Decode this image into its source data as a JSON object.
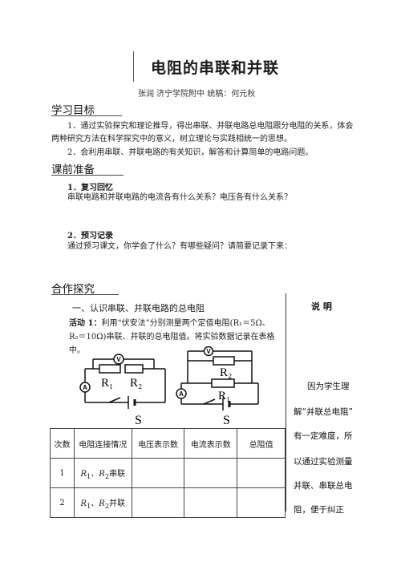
{
  "doc": {
    "title": "电阻的串联和并联",
    "author": "张润  济宁学院附中    统稿：何元秋"
  },
  "goals": {
    "heading": "学习目标",
    "item1": "1．通过实验探究和理论推导，得出串联、并联电路总电阻跟分电阻的关系，体会两种研究方法在科学探究中的意义，树立理论与实践相统一的思想。",
    "item2": "2．会利用串联、并联电路的有关知识，解答和计算简单的电路问题。"
  },
  "prep": {
    "heading": "课前准备",
    "review_title": "1．复习回忆",
    "review_text": "串联电路和并联电路的电流各有什么关系？电压各有什么关系？",
    "record_title": "2．预习记录",
    "record_text": "通过预习课文，你学会了什么？有哪些疑问？请简要记录下来："
  },
  "coop": {
    "heading": "合作探究",
    "sub1": "一、认识串联、并联电路的总电阻",
    "activity_label": "活动 1：",
    "activity_text": "利用“伏安法”分别测量两个定值电阻(R₁＝5Ω、R₂＝10Ω)串联、并联的总电阻值。将实验数据记录在表格中。"
  },
  "circuits": {
    "series": {
      "voltmeter": "V",
      "ammeter": "A",
      "r1": "R₁",
      "r2": "R₂",
      "switch": "S"
    },
    "parallel": {
      "voltmeter": "V",
      "ammeter": "A",
      "r1": "R₁",
      "r2": "R₂",
      "switch": "S"
    }
  },
  "table": {
    "headers": [
      "次数",
      "电阻连接情况",
      "电压表示数",
      "电流表示数",
      "总阻值"
    ],
    "rows": [
      {
        "n": "1",
        "r1": "R",
        "r1s": "1",
        "sep": "、",
        "r2": "R",
        "r2s": "2",
        "mode": "串联"
      },
      {
        "n": "2",
        "r1": "R",
        "r1s": "1",
        "sep": "、",
        "r2": "R",
        "r2s": "2",
        "mode": "并联"
      }
    ]
  },
  "sidebar": {
    "title": "说  明",
    "lines": [
      "因为学生理",
      "解“并联总电阻”",
      "有一定难度，所",
      "以通过实验测量",
      "并联、串联总电",
      "阻，便于纠正"
    ]
  }
}
